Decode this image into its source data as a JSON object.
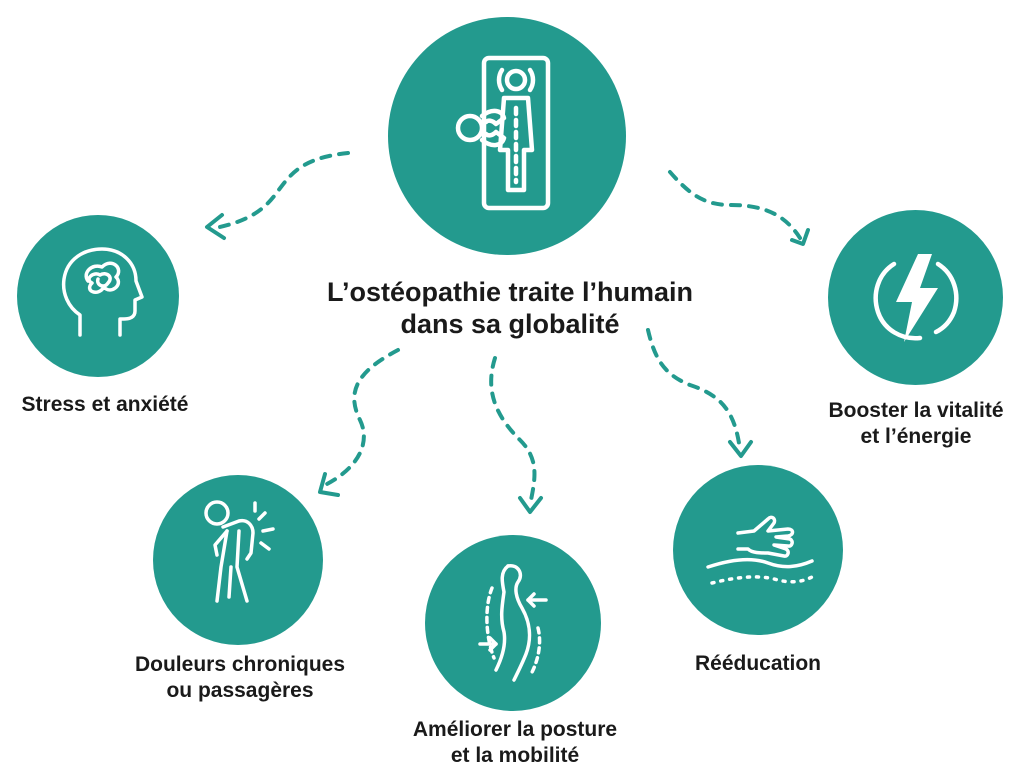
{
  "title": {
    "line1": "L’ostéopathie traite l’humain",
    "line2": "dans sa globalité"
  },
  "nodes": {
    "stress": {
      "label": "Stress et anxiété",
      "icon": "head-tangled-thoughts-icon"
    },
    "douleurs": {
      "line1": "Douleurs chroniques",
      "line2": "ou passagères",
      "icon": "back-pain-person-icon"
    },
    "posture": {
      "line1": "Améliorer la posture",
      "line2": "et la mobilité",
      "icon": "spine-posture-icon"
    },
    "reeducation": {
      "label": "Rééducation",
      "icon": "hand-massage-icon"
    },
    "vitalite": {
      "line1": "Booster la vitalité",
      "line2": "et l’énergie",
      "icon": "lightning-bolt-icon"
    },
    "center": {
      "icon": "osteopath-treatment-table-icon"
    }
  },
  "colors": {
    "teal": "#239a8e",
    "text": "#1a1a1a",
    "icon": "#ffffff"
  }
}
